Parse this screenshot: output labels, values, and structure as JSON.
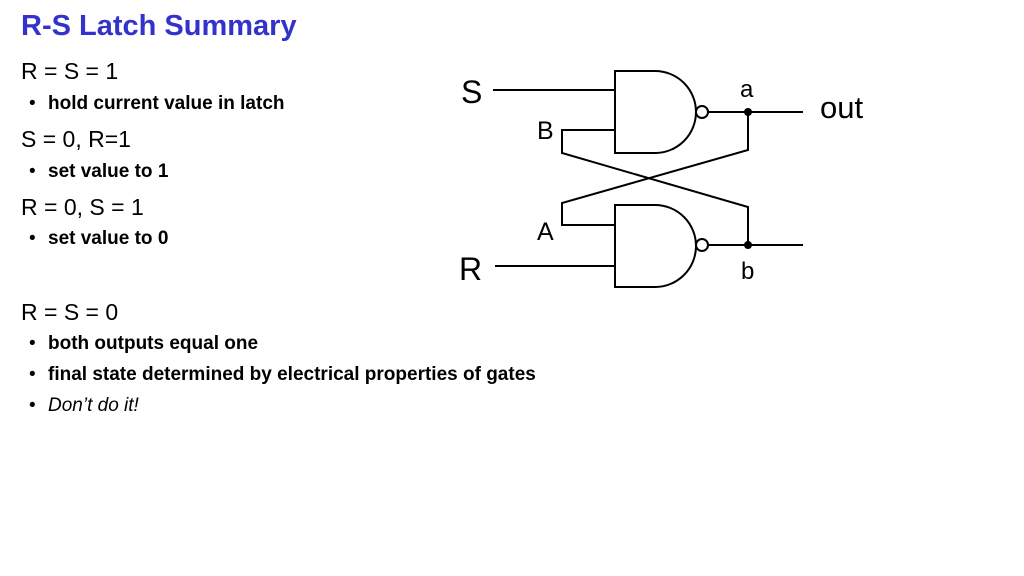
{
  "slide": {
    "title": "R-S Latch Summary",
    "bullets": [
      {
        "text": "R = S = 1",
        "level": 1
      },
      {
        "text": "hold current value in latch",
        "level": 2
      },
      {
        "text": "S = 0, R=1",
        "level": 1
      },
      {
        "text": "set value to 1",
        "level": 2
      },
      {
        "text": "R = 0, S = 1",
        "level": 1
      },
      {
        "text": "set value to 0",
        "level": 2
      },
      {
        "text": "R = S = 0",
        "level": 1
      },
      {
        "text": "both outputs equal one",
        "level": 2
      },
      {
        "text": "final state determined by electrical properties of gates",
        "level": 2
      },
      {
        "text": "Don’t do it!",
        "level": 2,
        "style": "italic"
      }
    ],
    "bullet_glyph": "•"
  },
  "diagram": {
    "labels": {
      "S": "S",
      "R": "R",
      "A": "A",
      "B": "B",
      "a": "a",
      "b": "b",
      "out": "out"
    }
  }
}
